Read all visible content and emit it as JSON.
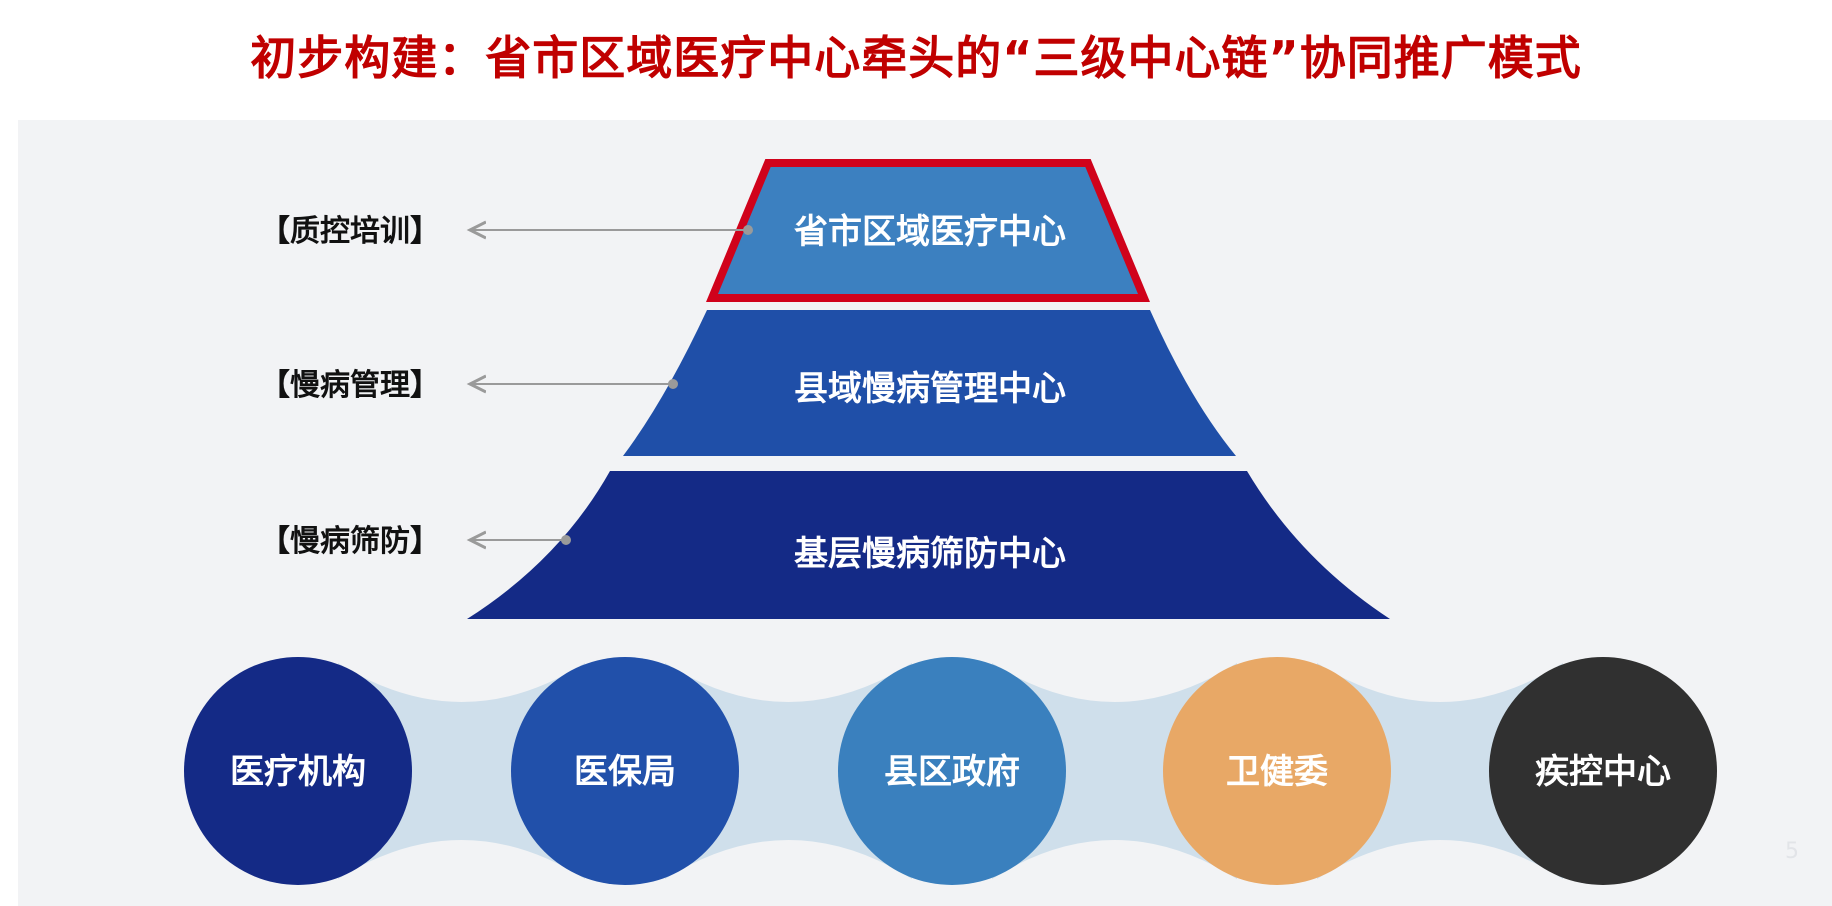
{
  "title": "初步构建：省市区域医疗中心牵头的“三级中心链”协同推广模式",
  "pyramid": {
    "levels": [
      {
        "label": "省市区域医疗中心",
        "role": "【质控培训】",
        "color": "#3c80c0",
        "border": "#d0021b"
      },
      {
        "label": "县域慢病管理中心",
        "role": "【慢病管理】",
        "color": "#1f4fa8"
      },
      {
        "label": "基层慢病筛防中心",
        "role": "【慢病筛防】",
        "color": "#142a86"
      }
    ]
  },
  "partners": [
    {
      "label": "医疗机构",
      "color": "#142a86"
    },
    {
      "label": "医保局",
      "color": "#2150aa"
    },
    {
      "label": "县区政府",
      "color": "#3a80be"
    },
    {
      "label": "卫健委",
      "color": "#e8a866"
    },
    {
      "label": "疾控中心",
      "color": "#303030"
    }
  ],
  "connector_color": "#cfdfeb",
  "page_number": "5"
}
